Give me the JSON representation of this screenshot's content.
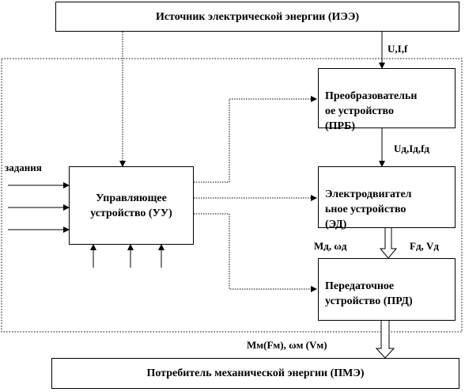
{
  "boxes": {
    "source": "Источник электрической энергии (ИЭЭ)",
    "control": "Управляющее\nустройство (УУ)",
    "converter": "Преобразовательн\nое устройство\n(ПРБ)",
    "motor": "Электродвигател\nьное устройство\n(ЭД)",
    "transmission": "Передаточное\nустройство (ПРД)",
    "consumer": "Потребитель механической  энергии (ПМЭ)"
  },
  "labels": {
    "source_output": "U,I,f",
    "converter_output": "Uд,Iд,fд",
    "motor_torque": "Mд, ωд",
    "motor_force": "Fд, Vд",
    "transmission_output": "Mм(Fм), ωм (Vм)",
    "inputs": "задания"
  }
}
